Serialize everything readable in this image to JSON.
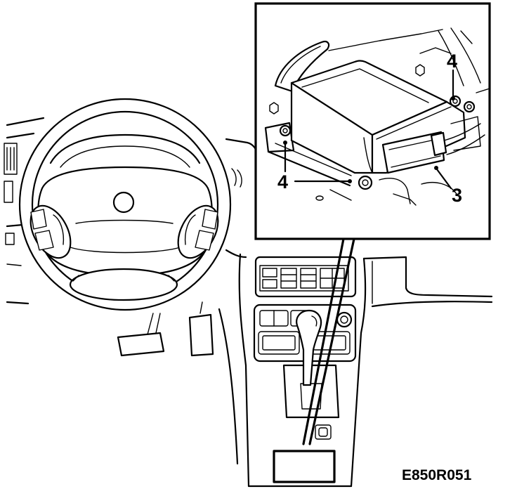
{
  "figure_code": "E850R051",
  "callouts": {
    "bolt_top": "4",
    "bolt_left": "4",
    "connector": "3"
  }
}
